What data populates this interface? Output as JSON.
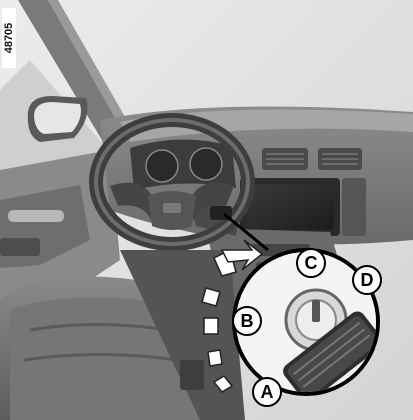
{
  "figure": {
    "reference_code": "48705",
    "callouts": {
      "a": "A",
      "b": "B",
      "c": "C",
      "d": "D"
    }
  }
}
